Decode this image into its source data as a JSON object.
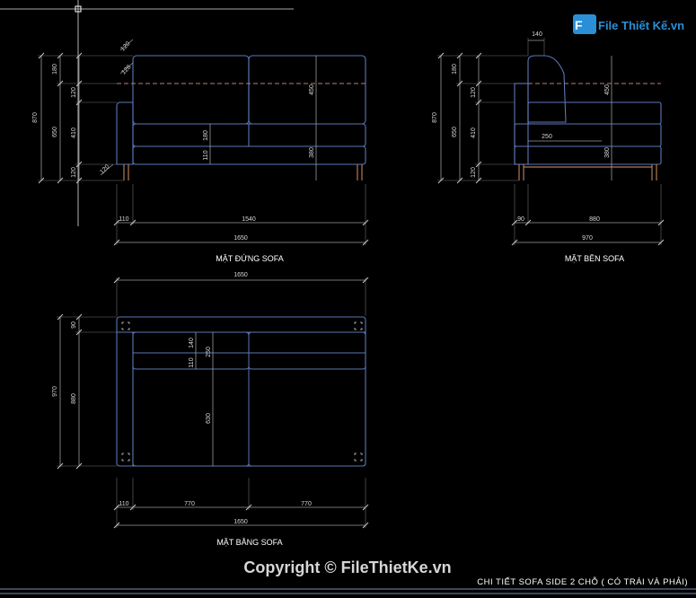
{
  "logo": {
    "text": "File Thiết Kế.vn",
    "color": "#2a8fd6"
  },
  "front_view": {
    "title": "MẶT ĐỨNG SOFA",
    "dims_left_outer": "870",
    "dims_left_mid": [
      "180",
      "650"
    ],
    "dims_left_inner": [
      "120",
      "410",
      "120"
    ],
    "dim_back_slope": "120",
    "dim_slope_2": "128",
    "dim_leg": "120",
    "dim_cushion_a": "180",
    "dim_cushion_b": "110",
    "dim_right_a": "450",
    "dim_right_b": "380",
    "dims_bottom": [
      "110",
      "1540"
    ],
    "dim_total": "1650"
  },
  "side_view": {
    "title": "MẶT BÊN SOFA",
    "dim_top": "140",
    "dims_left_outer": "870",
    "dims_left_mid": [
      "180",
      "650"
    ],
    "dims_left_inner": [
      "120",
      "410",
      "120"
    ],
    "dim_depth_seat": "250",
    "dim_right_a": "450",
    "dim_right_b": "380",
    "dims_bottom": [
      "90",
      "880"
    ],
    "dim_total": "970"
  },
  "plan_view": {
    "title": "MẶT BẰNG SOFA",
    "dim_top_total": "1650",
    "dims_left_inner": [
      "90",
      "880"
    ],
    "dim_left_outer": "970",
    "dim_back_a": "140",
    "dim_back_b": "110",
    "dim_back_c": "250",
    "dim_seat": "630",
    "dims_bottom": [
      "110",
      "770",
      "770"
    ],
    "dim_bottom_total": "1650"
  },
  "watermark": "Copyright © FileThietKe.vn",
  "footer_title": "CHI TIẾT SOFA SIDE 2 CHỖ ( CÓ TRÁI VÀ PHẢI)"
}
